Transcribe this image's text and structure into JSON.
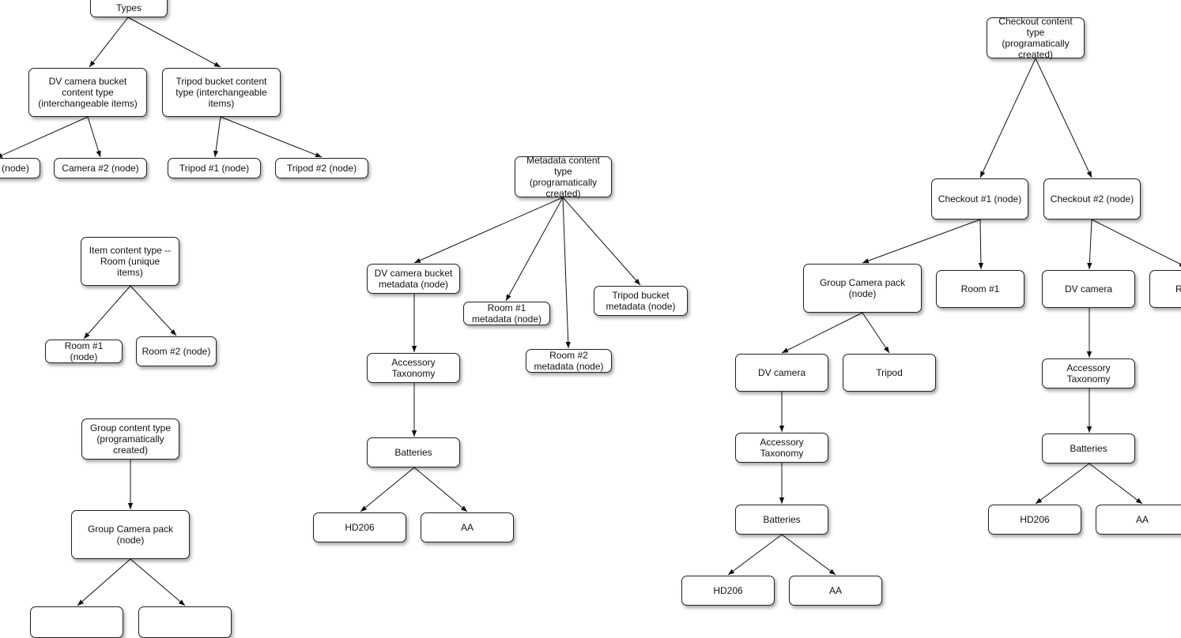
{
  "nodes": {
    "types_root": "Types",
    "dv_bucket_type": "DV camera bucket content type (interchangeable items)",
    "tripod_bucket_type": "Tripod bucket content type (interchangeable items)",
    "camera1_node": "(node)",
    "camera2_node": "Camera #2 (node)",
    "tripod1_node": "Tripod #1 (node)",
    "tripod2_node": "Tripod #2 (node)",
    "item_room_type": "Item content type -- Room (unique items)",
    "room1_node": "Room #1 (node)",
    "room2_node": "Room #2 (node)",
    "group_type": "Group content type (programatically created)",
    "group_camera_pack_node": "Group Camera pack (node)",
    "group_child_1": "",
    "group_child_2": "",
    "metadata_type": "Metadata content type (programatically created)",
    "dv_bucket_metadata": "DV camera bucket metadata (node)",
    "room1_metadata": "Room #1 metadata (node)",
    "room2_metadata": "Room #2 metadata (node)",
    "tripod_bucket_metadata": "Tripod bucket metadata (node)",
    "meta_accessory_taxonomy": "Accessory Taxonomy",
    "meta_batteries": "Batteries",
    "meta_hd206": "HD206",
    "meta_aa": "AA",
    "checkout_type": "Checkout content type (programatically created)",
    "checkout1_node": "Checkout #1 (node)",
    "checkout2_node": "Checkout #2 (node)",
    "co1_group_camera_pack": "Group Camera pack (node)",
    "co1_room1": "Room #1",
    "co1_dv_camera": "DV camera",
    "co1_tripod": "Tripod",
    "co1_accessory_taxonomy": "Accessory Taxonomy",
    "co1_batteries": "Batteries",
    "co1_hd206": "HD206",
    "co1_aa": "AA",
    "co2_dv_camera": "DV camera",
    "co2_partial": "R",
    "co2_accessory_taxonomy": "Accessory Taxonomy",
    "co2_batteries": "Batteries",
    "co2_hd206": "HD206",
    "co2_aa": "AA"
  },
  "colors": {
    "border": "#222222",
    "edge": "#111111",
    "background": "#ffffff"
  }
}
